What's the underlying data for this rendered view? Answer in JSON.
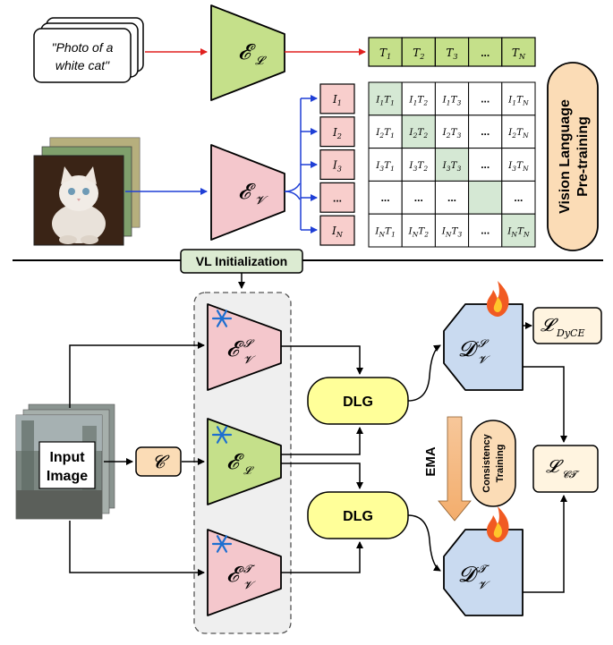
{
  "pretraining": {
    "caption_line1": "\"Photo of a",
    "caption_line2": "white cat\"",
    "text_encoder_symbol": "𝓔",
    "text_encoder_sub": "𝓛",
    "image_encoder_symbol": "𝓔",
    "image_encoder_sub": "𝓥",
    "text_tokens": [
      {
        "base": "T",
        "sub": "1"
      },
      {
        "base": "T",
        "sub": "2"
      },
      {
        "base": "T",
        "sub": "3"
      },
      {
        "base": "...",
        "sub": ""
      },
      {
        "base": "T",
        "sub": "N"
      }
    ],
    "image_tokens": [
      {
        "base": "I",
        "sub": "1"
      },
      {
        "base": "I",
        "sub": "2"
      },
      {
        "base": "I",
        "sub": "3"
      },
      {
        "base": "...",
        "sub": ""
      },
      {
        "base": "I",
        "sub": "N"
      }
    ],
    "matrix_rows": [
      [
        [
          "I",
          "1",
          "T",
          "1"
        ],
        [
          "I",
          "1",
          "T",
          "2"
        ],
        [
          "I",
          "1",
          "T",
          "3"
        ],
        [
          "...",
          "",
          "",
          ""
        ],
        [
          "I",
          "1",
          "T",
          "N"
        ]
      ],
      [
        [
          "I",
          "2",
          "T",
          "1"
        ],
        [
          "I",
          "2",
          "T",
          "2"
        ],
        [
          "I",
          "2",
          "T",
          "3"
        ],
        [
          "...",
          "",
          "",
          ""
        ],
        [
          "I",
          "2",
          "T",
          "N"
        ]
      ],
      [
        [
          "I",
          "3",
          "T",
          "1"
        ],
        [
          "I",
          "3",
          "T",
          "2"
        ],
        [
          "I",
          "3",
          "T",
          "3"
        ],
        [
          "...",
          "",
          "",
          ""
        ],
        [
          "I",
          "3",
          "T",
          "N"
        ]
      ],
      [
        [
          "...",
          "",
          "",
          ""
        ],
        [
          "...",
          "",
          "",
          ""
        ],
        [
          "...",
          "",
          "",
          ""
        ],
        [
          "",
          "",
          "",
          ""
        ],
        [
          "...",
          "",
          "",
          ""
        ]
      ],
      [
        [
          "I",
          "N",
          "T",
          "1"
        ],
        [
          "I",
          "N",
          "T",
          "2"
        ],
        [
          "I",
          "N",
          "T",
          "3"
        ],
        [
          "...",
          "",
          "",
          ""
        ],
        [
          "I",
          "N",
          "T",
          "N"
        ]
      ]
    ],
    "pill_line1": "Vision Language",
    "pill_line2": "Pre-training"
  },
  "vl_init_label": "VL Initialization",
  "training": {
    "input_line1": "Input",
    "input_line2": "Image",
    "c_symbol": "𝓒",
    "enc_student_sub": "𝓥",
    "enc_student_sup": "𝓢",
    "enc_text_sub": "𝓛",
    "enc_teacher_sub": "𝓥",
    "enc_teacher_sup": "𝓣",
    "enc_symbol": "𝓔",
    "dlg_top": "DLG",
    "dlg_bottom": "DLG",
    "dec_symbol": "𝓓",
    "dec_student_sub": "𝓥",
    "dec_student_sup": "𝓢",
    "dec_teacher_sub": "𝓥",
    "dec_teacher_sup": "𝓣",
    "loss_symbol": "𝓛",
    "loss_dyce_sub": "DyCE",
    "loss_ct_sub": "𝓒𝓣",
    "ema_label": "EMA",
    "consistency_line1": "Consistency",
    "consistency_line2": "Training"
  },
  "colors": {
    "text_green": "#c5e08a",
    "pink": "#f4c7cc",
    "blue_decoder": "#c9daf0",
    "peach": "#fbdcb6",
    "yellow": "#ffff99",
    "matrix_highlight": "#d5e8d4",
    "token_pink": "#f8cecc",
    "frozen_bg": "#efefef",
    "red_arrow": "#e0201f",
    "blue_arrow": "#1f3fd6"
  }
}
